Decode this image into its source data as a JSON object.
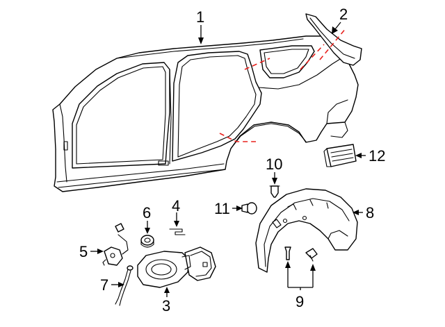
{
  "callouts": {
    "c1": "1",
    "c2": "2",
    "c3": "3",
    "c4": "4",
    "c5": "5",
    "c6": "6",
    "c7": "7",
    "c8": "8",
    "c9": "9",
    "c10": "10",
    "c11": "11",
    "c12": "12"
  },
  "colors": {
    "line": "#000000",
    "cut_line": "#e8201c",
    "background": "#ffffff"
  }
}
